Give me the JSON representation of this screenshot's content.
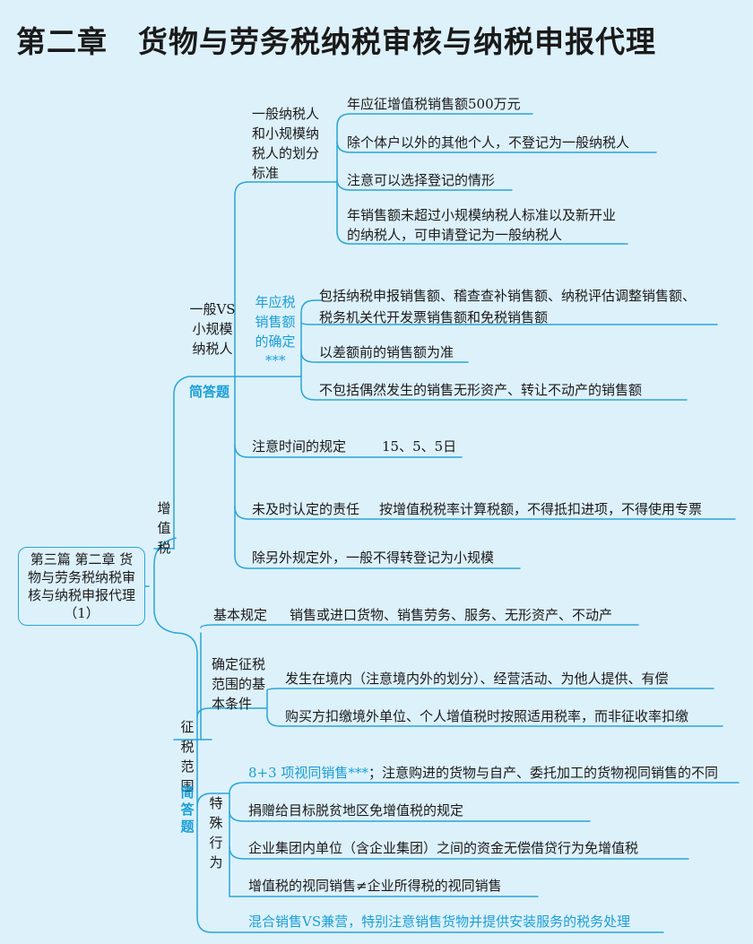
{
  "title": "第二章　货物与劳务税纳税审核与纳税申报代理",
  "root": "第三篇 第二章 货物与劳务税纳税审核与纳税申报代理（1）",
  "vat": {
    "label": "增值税",
    "general_vs_small": {
      "label": "一般VS小规模纳税人",
      "tag": "简答题",
      "division_standard": {
        "label": "一般纳税人和小规模纳税人的划分标准",
        "items": [
          "年应征增值税销售额500万元",
          "除个体户以外的其他个人，不登记为一般纳税人",
          "注意可以选择登记的情形",
          "年销售额未超过小规模纳税人标准以及新开业的纳税人，可申请登记为一般纳税人"
        ]
      },
      "sales_determination": {
        "label": "年应税销售额的确定",
        "stars": "***",
        "items": [
          "包括纳税申报销售额、稽查查补销售额、纳税评估调整销售额、税务机关代开发票销售额和免税销售额",
          "以差额前的销售额为准",
          "不包括偶然发生的销售无形资产、转让不动产的销售额"
        ]
      },
      "time_rule": {
        "label": "注意时间的规定",
        "value": "15、5、5日"
      },
      "late_recognition": {
        "label": "未及时认定的责任",
        "value": "按增值税税率计算税额，不得抵扣进项，不得使用专票"
      },
      "no_reversion": "除另外规定外，一般不得转登记为小规模"
    },
    "scope": {
      "label": "征税范围",
      "tag": "简答题",
      "basic_rule": {
        "label": "基本规定",
        "value": "销售或进口货物、销售劳务、服务、无形资产、不动产"
      },
      "basic_conditions": {
        "label": "确定征税范围的基本条件",
        "items": [
          "发生在境内（注意境内外的划分）、经营活动、为他人提供、有偿",
          "购买方扣缴境外单位、个人增值税时按照适用税率，而非征收率扣缴"
        ]
      },
      "special_acts": {
        "label": "特殊行为",
        "items": [
          {
            "blue": "8+3 项视同销售***",
            "text": "；注意购进的货物与自产、委托加工的货物视同销售的不同"
          },
          {
            "blue": "",
            "text": "捐赠给目标脱贫地区免增值税的规定"
          },
          {
            "blue": "",
            "text": "企业集团内单位（含企业集团）之间的资金无偿借贷行为免增值税"
          },
          {
            "blue": "",
            "text": "增值税的视同销售≠企业所得税的视同销售"
          },
          {
            "blue": "混合销售VS兼营，特别注意销售货物并提供安装服务的税务处理",
            "text": ""
          }
        ]
      }
    }
  },
  "colors": {
    "background": "#ddf1fb",
    "line": "#2aa6d6",
    "accent": "#1a9fd6"
  }
}
